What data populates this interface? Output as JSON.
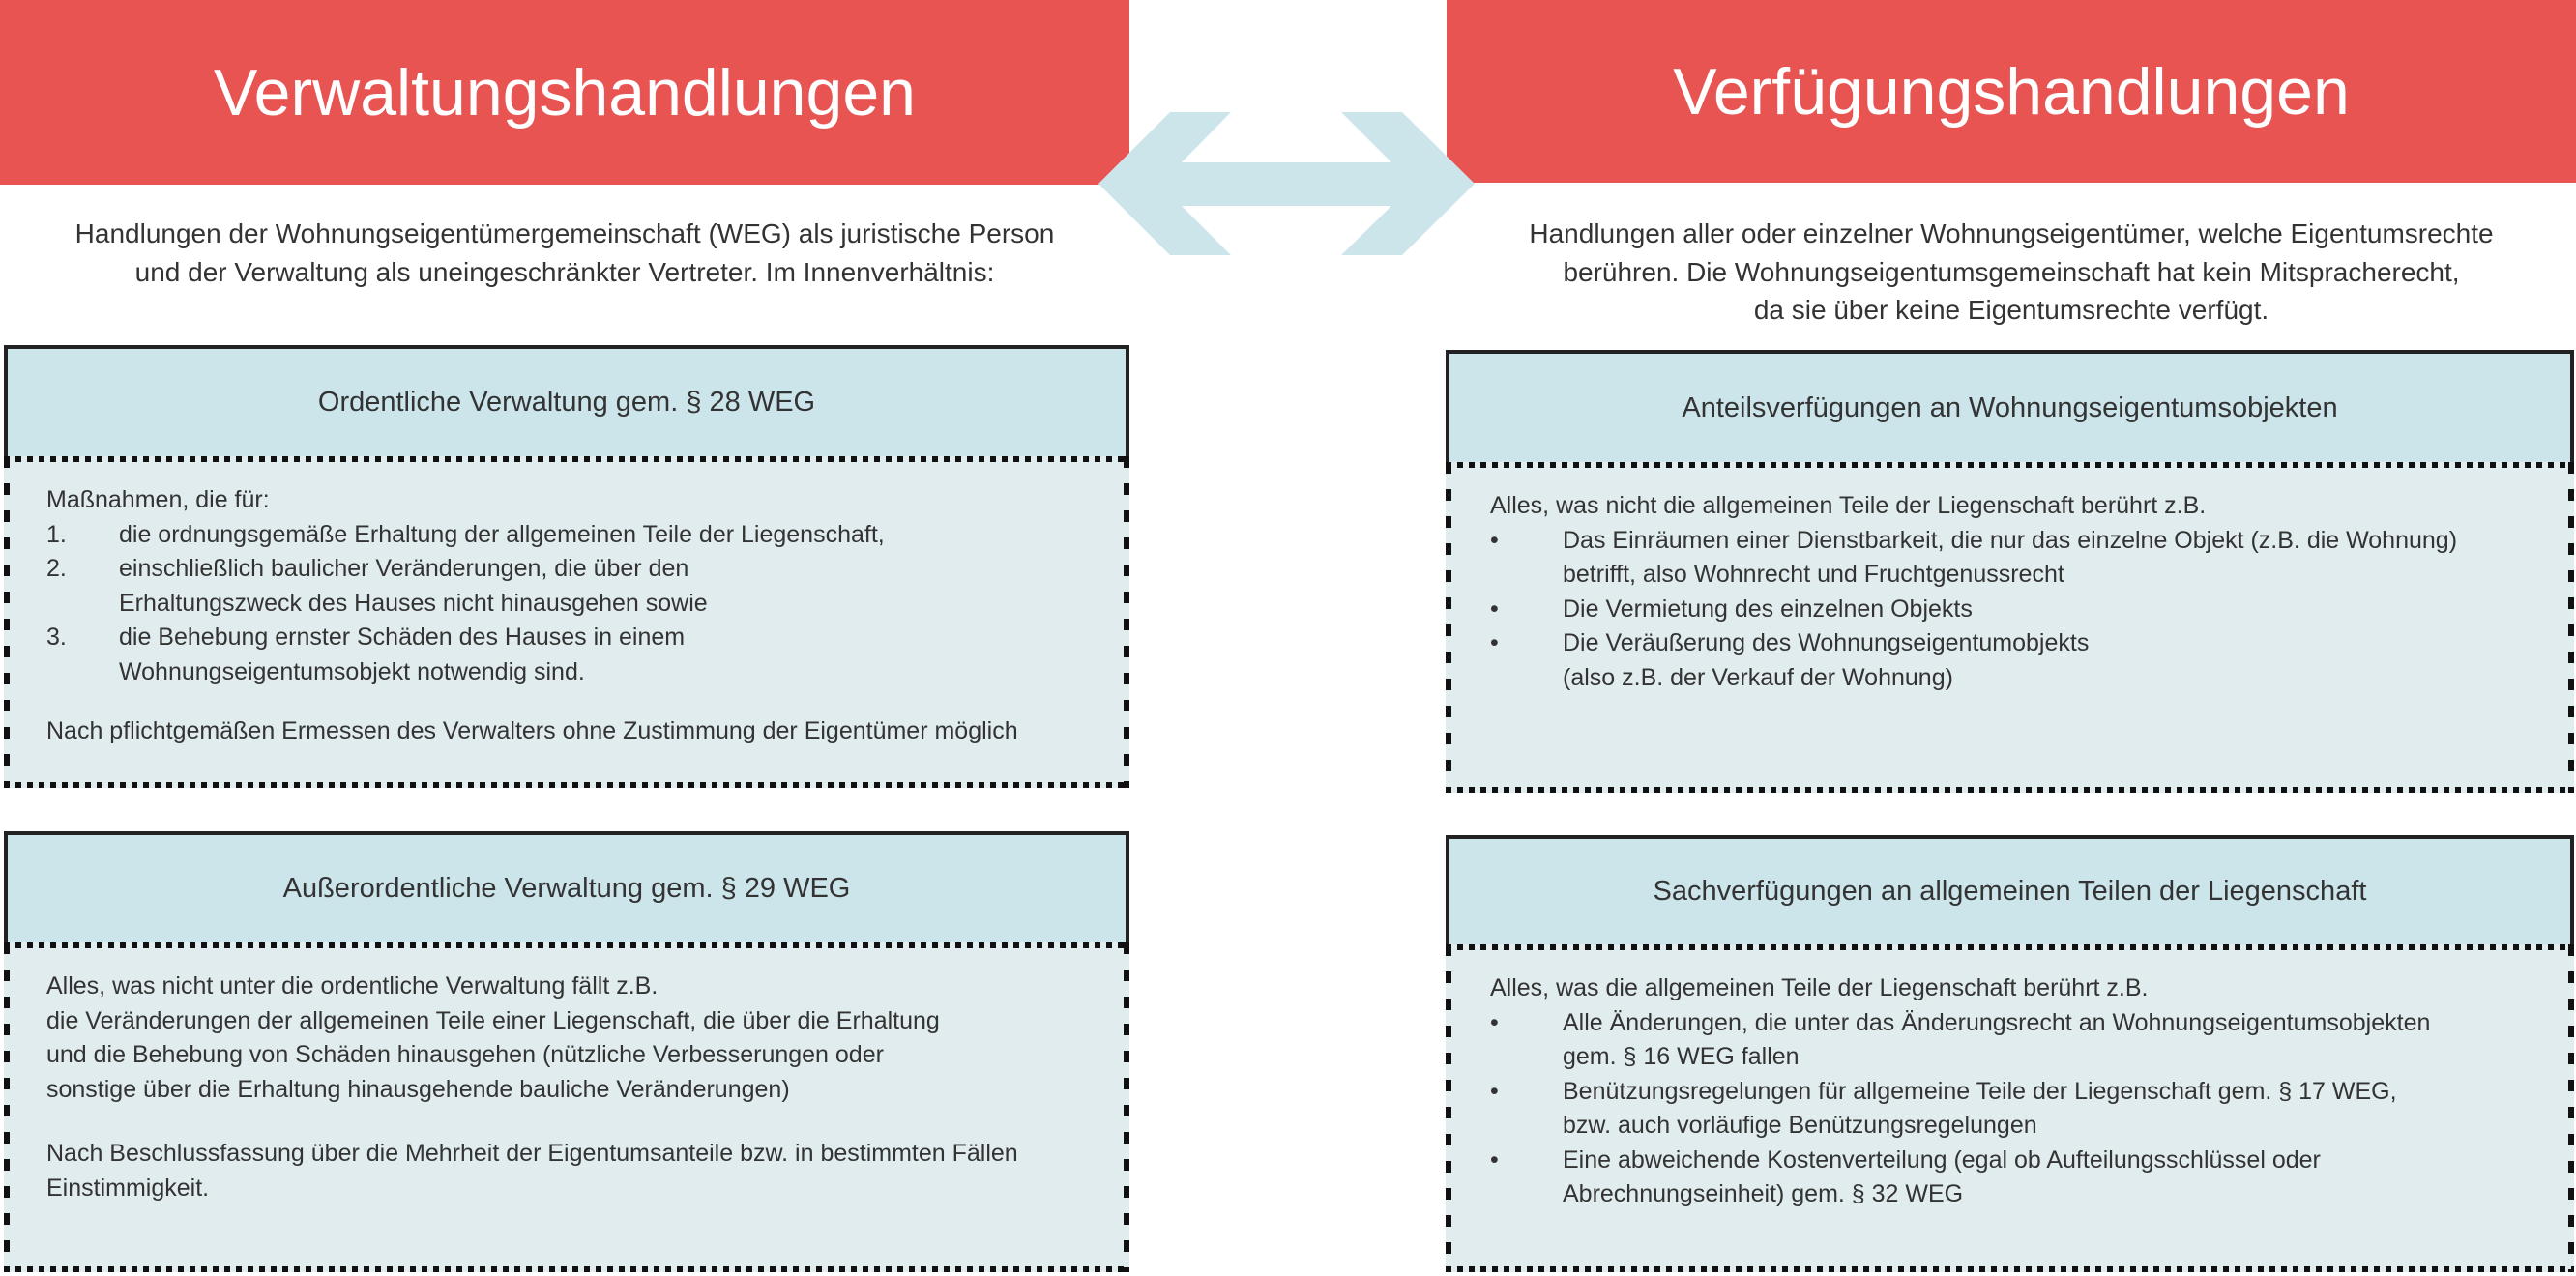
{
  "left": {
    "title": "Verwaltungshandlungen",
    "description": [
      "Handlungen der Wohnungseigentümergemeinschaft (WEG) als juristische Person",
      "und der Verwaltung als uneingeschränkter Vertreter. Im Innenverhältnis:"
    ],
    "box1": {
      "title": "Ordentliche Verwaltung gem. § 28 WEG",
      "intro": "Maßnahmen, die für:",
      "items": [
        {
          "mark": "1.",
          "lines": [
            "die ordnungsgemäße Erhaltung der allgemeinen Teile der Liegenschaft,"
          ]
        },
        {
          "mark": "2.",
          "lines": [
            "einschließlich baulicher Veränderungen, die über den",
            "Erhaltungszweck des Hauses nicht hinausgehen sowie"
          ]
        },
        {
          "mark": "3.",
          "lines": [
            "die Behebung ernster Schäden des Hauses in einem",
            "Wohnungseigentumsobjekt notwendig sind."
          ]
        }
      ],
      "note": "Nach pflichtgemäßen Ermessen des Verwalters ohne Zustimmung der Eigentümer möglich"
    },
    "box2": {
      "title": "Außerordentliche Verwaltung gem. § 29 WEG",
      "lines": [
        "Alles, was nicht unter die ordentliche Verwaltung fällt z.B.",
        "die Veränderungen der allgemeinen Teile einer Liegenschaft, die über die Erhaltung",
        "und die Behebung von Schäden hinausgehen (nützliche Verbesserungen oder",
        "sonstige über die Erhaltung hinausgehende bauliche Veränderungen)"
      ],
      "note": [
        "Nach Beschlussfassung über die Mehrheit der Eigentumsanteile bzw. in bestimmten Fällen",
        "Einstimmigkeit."
      ]
    }
  },
  "right": {
    "title": "Verfügungshandlungen",
    "description": [
      "Handlungen aller oder einzelner Wohnungseigentümer, welche Eigentumsrechte",
      "berühren. Die Wohnungseigentumsgemeinschaft hat kein Mitspracherecht,",
      "da sie über keine Eigentumsrechte verfügt."
    ],
    "box1": {
      "title": "Anteilsverfügungen an Wohnungseigentumsobjekten",
      "intro": "Alles, was nicht die allgemeinen Teile der Liegenschaft berührt z.B.",
      "items": [
        {
          "mark": "•",
          "lines": [
            "Das Einräumen einer Dienstbarkeit, die nur das einzelne Objekt (z.B. die Wohnung)",
            "betrifft, also Wohnrecht und Fruchtgenussrecht"
          ]
        },
        {
          "mark": "•",
          "lines": [
            "Die Vermietung des einzelnen Objekts"
          ]
        },
        {
          "mark": "•",
          "lines": [
            "Die Veräußerung des Wohnungseigentumobjekts",
            "(also z.B. der Verkauf der Wohnung)"
          ]
        }
      ]
    },
    "box2": {
      "title": "Sachverfügungen an allgemeinen Teilen der Liegenschaft",
      "intro": "Alles, was die allgemeinen Teile der Liegenschaft berührt z.B.",
      "items": [
        {
          "mark": "•",
          "lines": [
            "Alle Änderungen, die unter das Änderungsrecht an Wohnungseigentumsobjekten",
            "gem. § 16 WEG fallen"
          ]
        },
        {
          "mark": "•",
          "lines": [
            "Benützungsregelungen für allgemeine Teile der Liegenschaft gem. § 17 WEG,",
            "bzw. auch vorläufige Benützungsregelungen"
          ]
        },
        {
          "mark": "•",
          "lines": [
            "Eine abweichende Kostenverteilung (egal ob Aufteilungsschlüssel oder",
            "Abrechnungseinheit) gem. § 32 WEG"
          ]
        }
      ]
    }
  },
  "colors": {
    "banner": "#e85452",
    "arrow": "#cce5eb",
    "header": "#cce5eb",
    "body": "#e0ecee"
  }
}
